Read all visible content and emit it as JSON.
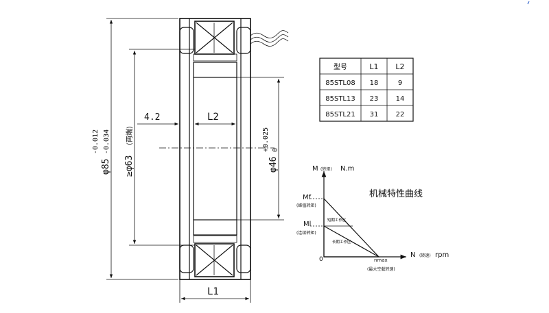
{
  "drawing": {
    "dims": {
      "outer_dia": "φ85",
      "outer_tol_upper": "-0.012",
      "outer_tol_lower": "-0.034",
      "pitch_dia": "≥φ63",
      "pitch_note": "(两端)",
      "inner_dia": "φ46",
      "inner_tol_upper": "+0.025",
      "inner_tol_lower": "0",
      "offset": "4.2",
      "length_l2": "L2",
      "length_l1": "L1"
    }
  },
  "spec_table": {
    "headers": [
      "型号",
      "L1",
      "L2"
    ],
    "rows": [
      [
        "85STL08",
        "18",
        "9"
      ],
      [
        "85STL13",
        "23",
        "14"
      ],
      [
        "85STL21",
        "31",
        "22"
      ]
    ]
  },
  "curve": {
    "title": "机械特性曲线",
    "y_label": "M",
    "y_label_note": "(转矩)",
    "y_unit": "N.m",
    "x_label": "N",
    "x_label_note": "(转速)",
    "x_unit": "rpm",
    "mf": "Mf",
    "mf_note": "(峰值转矩)",
    "ml": "Ml",
    "ml_note": "(连续转矩)",
    "zone_short": "短期工作区",
    "zone_long": "长期工作区",
    "origin": "0",
    "n_max": "nmax",
    "n_max_note": "(最大空载转速)"
  },
  "chart_data": {
    "type": "area",
    "title": "机械特性曲线",
    "xlabel": "N (转速) rpm",
    "ylabel": "M (转矩) N.m",
    "series": [
      {
        "name": "短期工作区",
        "points": [
          [
            "0",
            "Mf"
          ],
          [
            "nmax",
            "0"
          ]
        ]
      },
      {
        "name": "长期工作区",
        "points": [
          [
            "0",
            "Ml"
          ],
          [
            "nmax",
            "0"
          ]
        ]
      }
    ]
  },
  "colors": {
    "ink": "#111111",
    "accent": "#3366cc"
  }
}
